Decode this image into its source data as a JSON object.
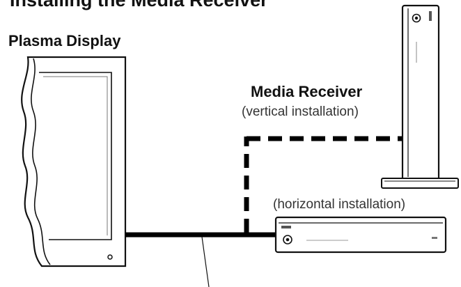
{
  "heading": "Installing the Media Receiver",
  "labels": {
    "plasma_display": "Plasma Display",
    "media_receiver": "Media Receiver",
    "vertical_installation": "(vertical installation)",
    "horizontal_installation": "(horizontal installation)"
  }
}
